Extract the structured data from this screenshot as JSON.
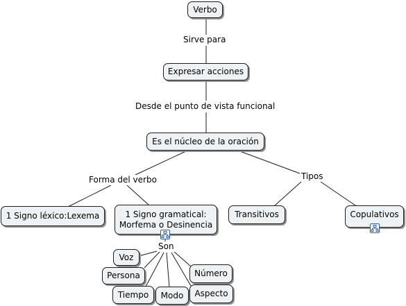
{
  "nodes": {
    "verbo": "Verbo",
    "expresar": "Expresar acciones",
    "nucleo": "Es el núcleo de la oración",
    "signo_lexico": "1 Signo léxico:Lexema",
    "signo_gramatical_line1": "1 Signo gramatical:",
    "signo_gramatical_line2": "Morfema o Desinencia",
    "transitivos": "Transitivos",
    "copulativos": "Copulativos",
    "voz": "Voz",
    "persona": "Persona",
    "tiempo": "Tiempo",
    "modo": "Modo",
    "numero": "Número",
    "aspecto": "Aspecto"
  },
  "links": {
    "sirve_para": "Sirve para",
    "desde": "Desde el punto de vista funcional",
    "forma": "Forma del verbo",
    "tipos": "Tipos",
    "son": "Son"
  },
  "icons": {
    "submap": "submap-icon"
  }
}
